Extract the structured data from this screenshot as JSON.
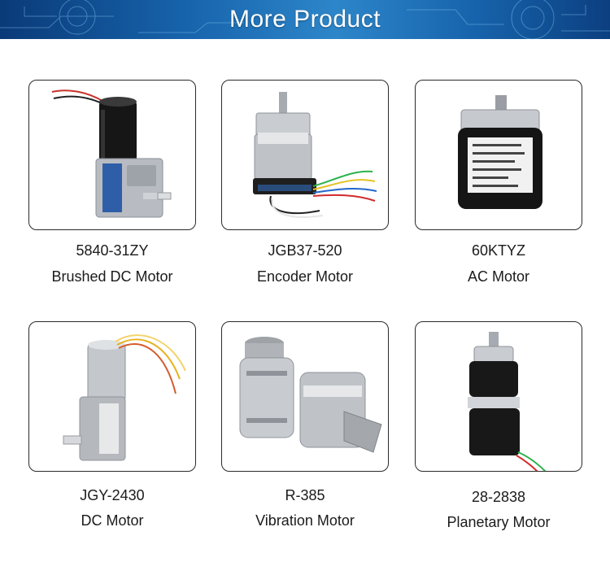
{
  "header": {
    "title": "More Product"
  },
  "products": [
    {
      "model": "5840-31ZY",
      "type": "Brushed DC Motor"
    },
    {
      "model": "JGB37-520",
      "type": "Encoder Motor"
    },
    {
      "model": "60KTYZ",
      "type": "AC Motor"
    },
    {
      "model": "JGY-2430",
      "type": "DC Motor"
    },
    {
      "model": "R-385",
      "type": "Vibration Motor"
    },
    {
      "model": "28-2838",
      "type": "Planetary Motor"
    }
  ],
  "colors": {
    "banner": "#1763ab",
    "border": "#2a2a2a"
  }
}
